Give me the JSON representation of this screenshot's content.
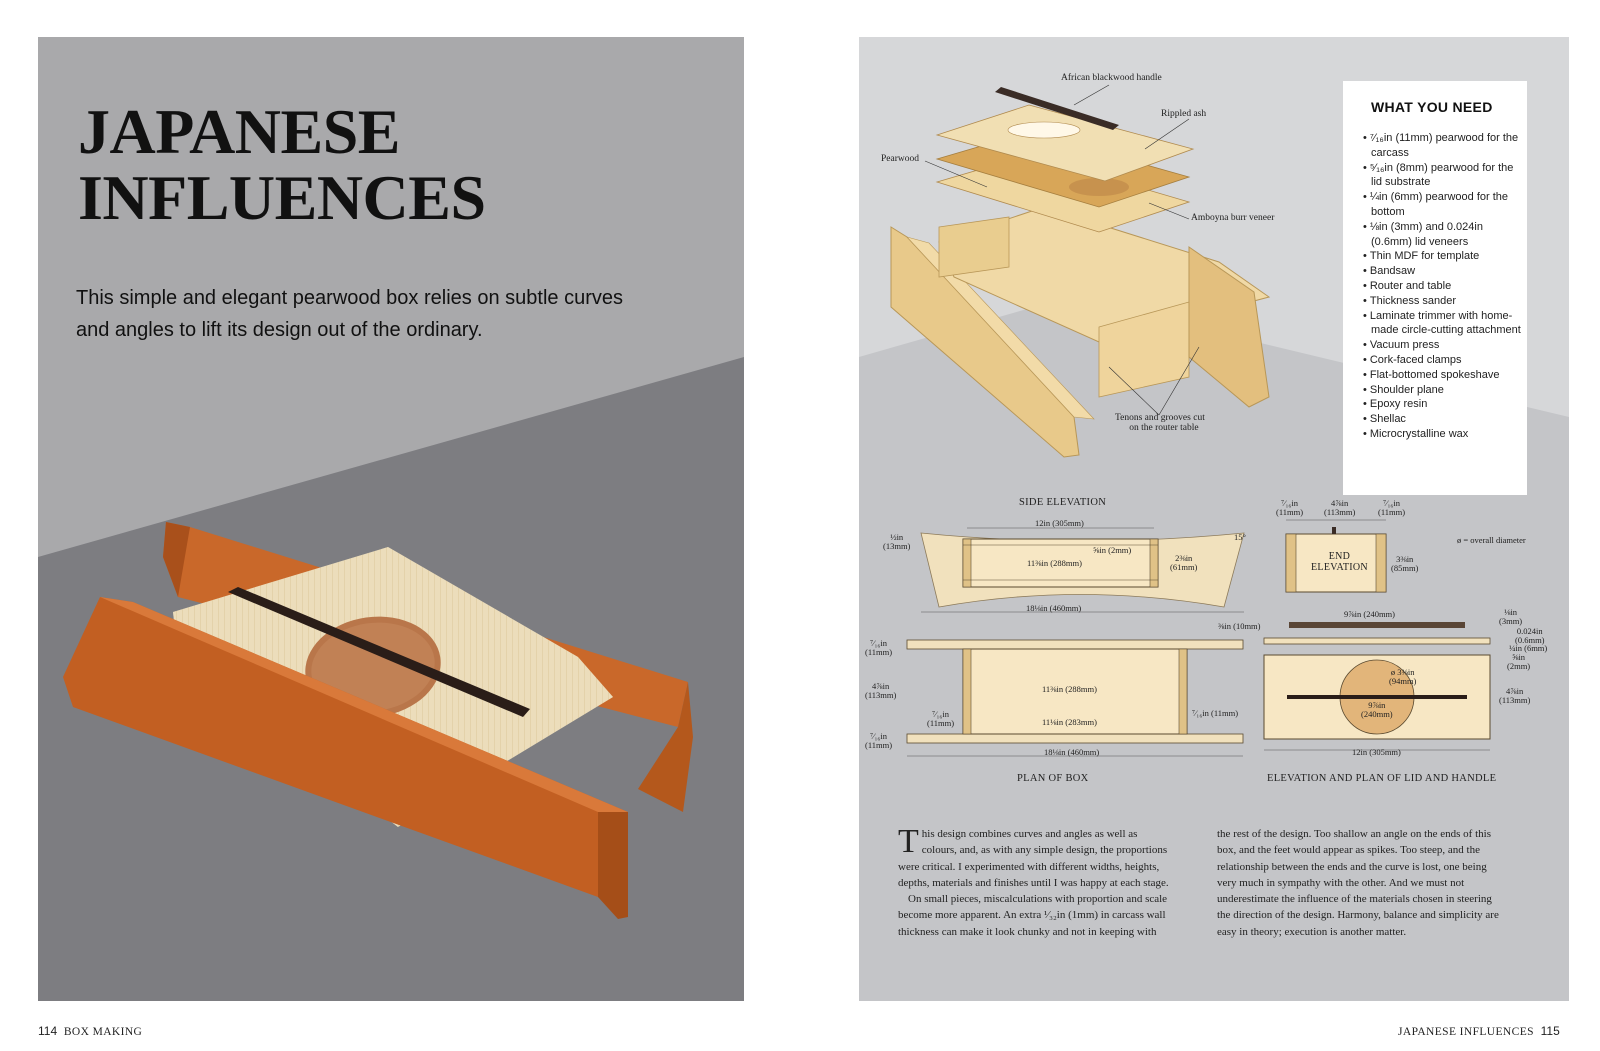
{
  "left_page": {
    "title_line1": "JAPANESE",
    "title_line2": "INFLUENCES",
    "intro_line1": "This simple and elegant pearwood box relies on subtle curves",
    "intro_line2": "and angles to lift its design out of the ordinary.",
    "folio_number": "114",
    "folio_title": "BOX MAKING"
  },
  "right_page": {
    "folio_number": "115",
    "folio_title": "JAPANESE INFLUENCES",
    "exploded_labels": {
      "handle": "African blackwood handle",
      "ash": "Rippled ash",
      "pearwood": "Pearwood",
      "amboyna": "Amboyna burr veneer",
      "tenons_line1": "Tenons and grooves cut",
      "tenons_line2": "on the router table"
    },
    "what_you_need": {
      "title": "WHAT YOU NEED",
      "items": [
        "⁷⁄₁₆in (11mm) pearwood for the carcass",
        "⁵⁄₁₆in (8mm) pearwood for the lid substrate",
        "¼in (6mm) pearwood for the bottom",
        "⅛in (3mm) and 0.024in (0.6mm) lid veneers",
        "Thin MDF for template",
        "Bandsaw",
        "Router and table",
        "Thickness sander",
        "Laminate trimmer with home-made circle-cutting attachment",
        "Vacuum press",
        "Cork-faced clamps",
        "Flat-bottomed spokeshave",
        "Shoulder plane",
        "Epoxy resin",
        "Shellac",
        "Microcrystalline wax"
      ]
    },
    "drawings": {
      "side_elevation_caption": "SIDE ELEVATION",
      "plan_caption": "PLAN OF BOX",
      "lid_caption": "ELEVATION AND PLAN OF LID AND HANDLE",
      "end_elevation_line1": "END",
      "end_elevation_line2": "ELEVATION",
      "diameter_note": "ø = overall diameter",
      "dims": {
        "se_top": "12in (305mm)",
        "se_left_a": "½in",
        "se_left_b": "(13mm)",
        "se_inner": "11⅜in (288mm)",
        "se_gap": "⅝in (2mm)",
        "se_height_a": "2⅜in",
        "se_height_b": "(61mm)",
        "se_angle": "15°",
        "se_bottom": "18⅛in (460mm)",
        "ee_a_top": "⁷⁄₁₆in",
        "ee_a_bot": "(11mm)",
        "ee_b_top": "4⅞in",
        "ee_b_bot": "(113mm)",
        "ee_c_top": "⁷⁄₁₆in",
        "ee_c_bot": "(11mm)",
        "ee_h_top": "3⅜in",
        "ee_h_bot": "(85mm)",
        "pl_left_a_top": "⁷⁄₁₆in",
        "pl_left_a_bot": "(11mm)",
        "pl_left_b_top": "4⅞in",
        "pl_left_b_bot": "(113mm)",
        "pl_left_c_top": "⁷⁄₁₆in",
        "pl_left_c_bot": "(11mm)",
        "pl_inner_a": "11⅜in (288mm)",
        "pl_inner_b": "11⅛in (283mm)",
        "pl_inner_c_top": "⁷⁄₁₆in",
        "pl_inner_c_bot": "(11mm)",
        "pl_right": "⁷⁄₁₆in (11mm)",
        "pl_bottom": "18⅛in (460mm)",
        "ld_top": "9⅞in (240mm)",
        "ld_left": "⅜in (10mm)",
        "ld_r1_top": "⅛in",
        "ld_r1_bot": "(3mm)",
        "ld_r2_top": "0.024in",
        "ld_r2_bot": "(0.6mm)",
        "ld_r3": "¼in (6mm)",
        "ld_r4_top": "⅝in",
        "ld_r4_bot": "(2mm)",
        "ld_circle_a": "ø 3⅜in",
        "ld_circle_b": "(94mm)",
        "ld_handle_a": "9⅞in",
        "ld_handle_b": "(240mm)",
        "ld_h_top": "4⅞in",
        "ld_h_bot": "(113mm)",
        "ld_bottom": "12in (305mm)"
      }
    },
    "body": {
      "drop_cap": "T",
      "col1_p1": "his design combines curves and angles as well as colours, and, as with any simple design, the proportions were critical. I experimented with different widths, heights, depths, materials and finishes until I was happy at each stage.",
      "col1_p2": "On small pieces, miscalculations with proportion and scale become more apparent. An extra ¹⁄₃₂in (1mm) in carcass wall thickness can make it look chunky and not in keeping with",
      "col2": "the rest of the design. Too shallow an angle on the ends of this box, and the feet would appear as spikes. Too steep, and the relationship between the ends and the curve is lost, one being very much in sympathy with the other. And we must not underestimate the influence of the materials chosen in steering the direction of the design. Harmony, balance and simplicity are easy in theory; execution is another matter."
    }
  }
}
